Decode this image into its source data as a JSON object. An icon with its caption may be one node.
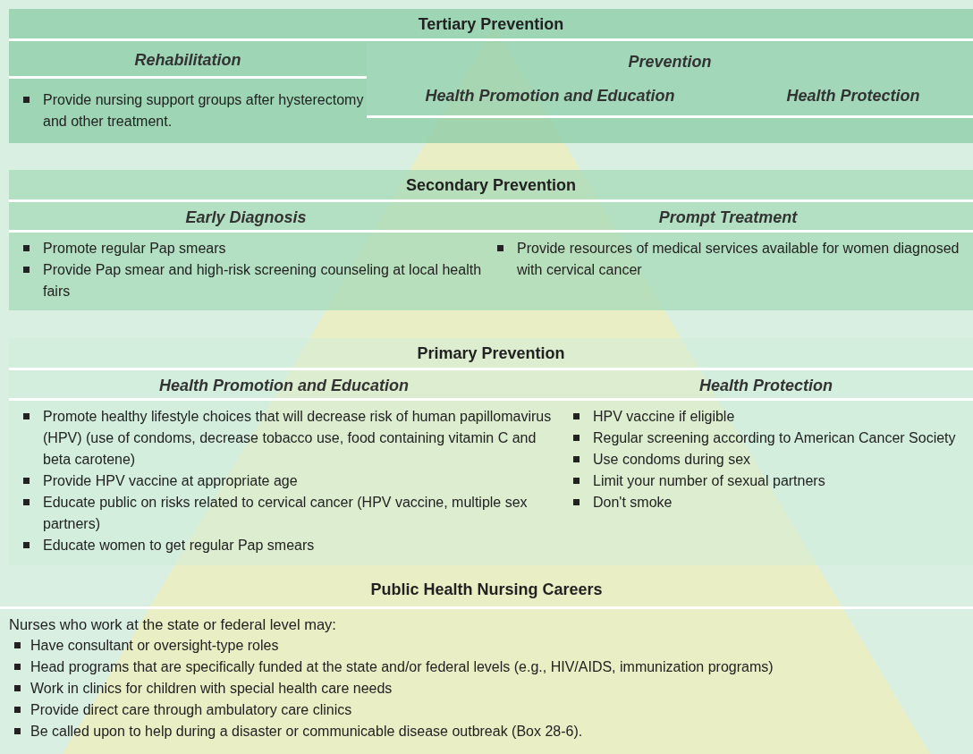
{
  "diagram": {
    "nodes": [
      {
        "text": [
          "Tertiary Prevention"
        ]
      },
      {
        "text": [
          "Rehabilitation",
          "Provide nursing support groups after hysterectomy and other treatment."
        ],
        "in": 0
      },
      {
        "text": [
          "Prevention"
        ],
        "in": 0
      },
      {
        "text": [
          "Health Promotion and Education"
        ],
        "in": 2
      },
      {
        "text": [
          "Health Protection"
        ],
        "in": 2
      },
      {
        "text": [
          "Secondary Prevention"
        ]
      },
      {
        "text": [
          "Early Diagnosis",
          "Promote regular Pap smears",
          "Provide Pap smear and high-risk screening counseling at local health fairs"
        ],
        "in": 5
      },
      {
        "text": [
          "Prompt Treatment",
          "Provide resources of medical services available for women diagnosed with cervical cancer"
        ],
        "in": 5
      },
      {
        "text": [
          "Primary Prevention"
        ]
      },
      {
        "text": [
          "Health Promotion and Education",
          "Promote healthy lifestyle choices that will decrease risk of human papillomavirus (HPV) (use of condoms, decrease tobacco use, food containing vitamin C and beta carotene)",
          "Provide HPV vaccine at appropriate age",
          "Educate public on risks related to cervical cancer (HPV vaccine, multiple sex partners)",
          "Educate women to get regular Pap smears"
        ],
        "in": 8
      },
      {
        "text": [
          "Health Protection",
          "HPV vaccine if eligible",
          "Regular screening according to American Cancer Society",
          "Use condoms during sex",
          "Limit your number of sexual partners",
          "Don't smoke"
        ],
        "in": 8
      },
      {
        "text": [
          "Public Health Nursing Careers",
          "Nurses who work at the state or federal level may:",
          "Have consultant or oversight-type roles",
          "Head programs that are specifically funded at the state and/or federal levels (e.g., HIV/AIDS, immunization programs)",
          "Work in clinics for children with special health care needs",
          "Provide direct care through ambulatory care clinics",
          "Be called upon to help during a disaster or communicable disease outbreak (Box 28-6)."
        ]
      }
    ],
    "edges": []
  }
}
